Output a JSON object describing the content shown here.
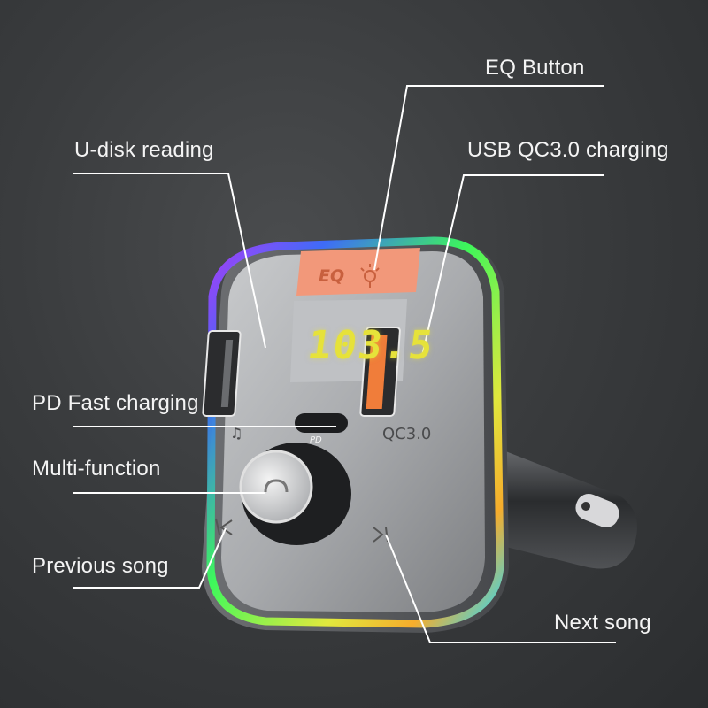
{
  "product": {
    "display_frequency": "103.5",
    "eq_button_text": "EQ",
    "pd_port_label": "PD",
    "qc_port_label": "QC3.0",
    "accent_colors": {
      "eq_button": "#f2987a",
      "qc_port": "#f07d3a",
      "lcd_digits": "#e6e23a",
      "rgb_ring": [
        "#b03cff",
        "#3c6cff",
        "#2ee0ff",
        "#3cff5a",
        "#e8f03c",
        "#ffb12a"
      ]
    }
  },
  "callouts": [
    {
      "id": "eq-button",
      "label": "EQ Button"
    },
    {
      "id": "u-disk",
      "label": "U-disk reading"
    },
    {
      "id": "usb-qc",
      "label": "USB QC3.0 charging"
    },
    {
      "id": "pd-fast",
      "label": "PD Fast charging"
    },
    {
      "id": "multi-function",
      "label": "Multi-function"
    },
    {
      "id": "previous-song",
      "label": "Previous song"
    },
    {
      "id": "next-song",
      "label": "Next song"
    }
  ],
  "icons": {
    "eq_icon": "lightbulb-icon",
    "u_disk_icon": "music-note-icon",
    "knob_icon": "phone-icon",
    "prev_icon": "previous-track-icon",
    "next_icon": "next-track-icon"
  }
}
